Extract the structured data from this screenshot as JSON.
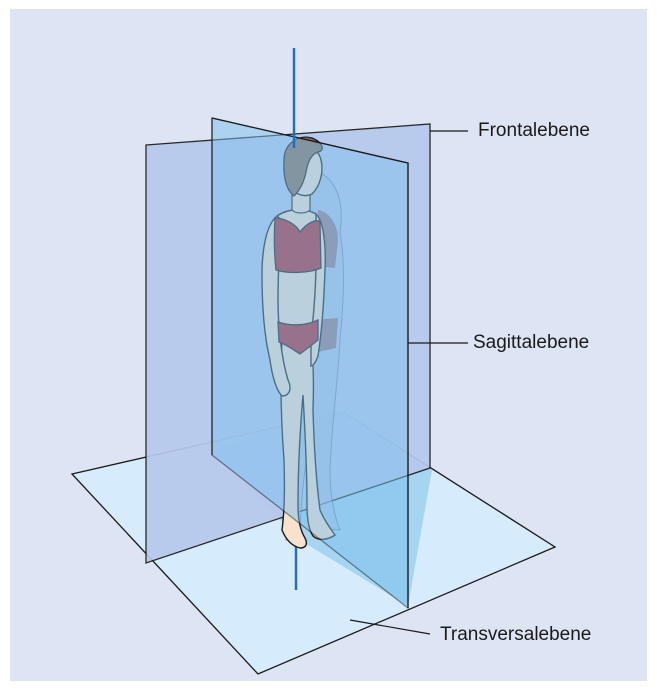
{
  "labels": {
    "frontal": "Frontalebene",
    "sagittal": "Sagittalebene",
    "transversal": "Transversalebene"
  },
  "colors": {
    "background": "#dde4f3",
    "transverse_plane": "#d6ebfb",
    "frontal_plane": "#b7c9ec",
    "sagittal_plane": "#7fc1ee",
    "axis_line": "#1d6fc4",
    "clothing": "#b3202b",
    "skin": "#f6e2cd",
    "hair": "#8a6a55",
    "outline": "#1a1a1a"
  }
}
